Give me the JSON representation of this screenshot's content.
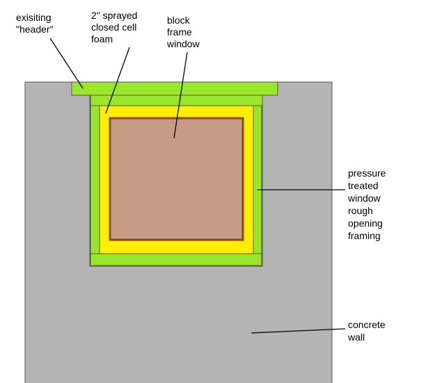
{
  "colors": {
    "wall": "#b4b4b4",
    "framing": "#99e62b",
    "foam": "#ffee00",
    "window": "#c69c86",
    "window_border": "#8b4513",
    "outline": "#555555",
    "leader": "#000000"
  },
  "labels": {
    "header": [
      "exisiting",
      "\"header\""
    ],
    "foam": [
      "2\" sprayed",
      "closed cell",
      "foam"
    ],
    "window": [
      "block",
      "frame",
      "window"
    ],
    "framing": [
      "pressure",
      "treated",
      "window",
      "rough",
      "opening",
      "framing"
    ],
    "wall": [
      "concrete",
      "wall"
    ]
  }
}
